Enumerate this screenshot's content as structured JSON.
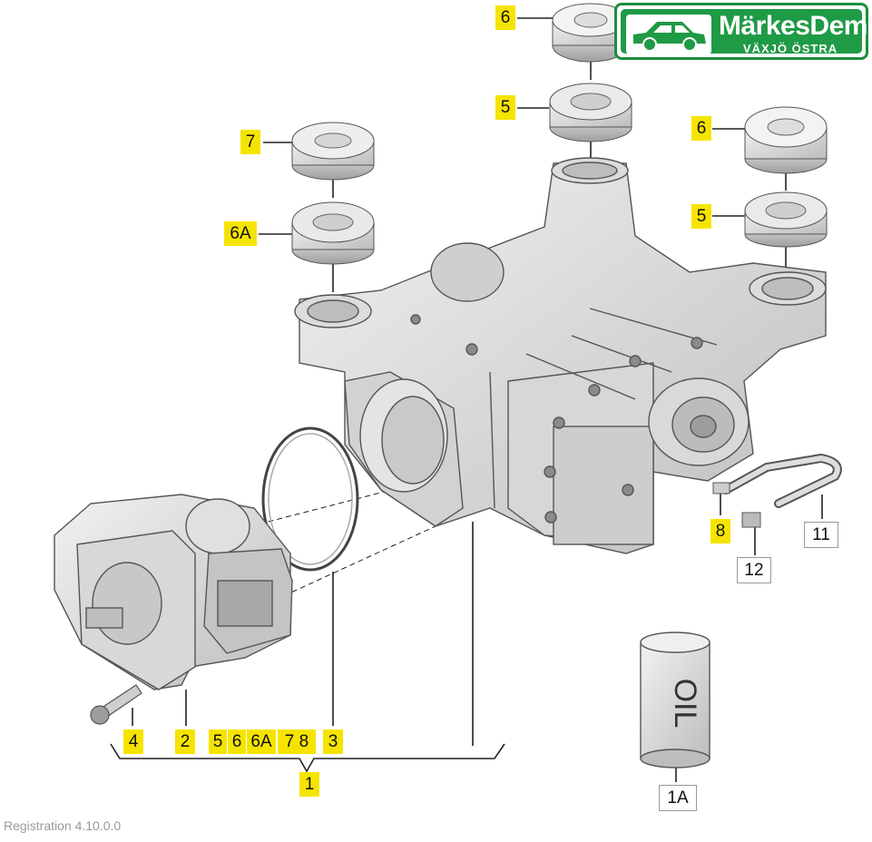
{
  "brand": {
    "name": "MärkesDemo",
    "subtitle": "VÄXJÖ ÖSTRA",
    "icon": "car-icon"
  },
  "version": "Registration 4.10.0.0",
  "callouts": {
    "c6_top": "6",
    "c5_top": "5",
    "c7": "7",
    "c6a": "6A",
    "c6_right": "6",
    "c5_right": "5",
    "c8": "8",
    "c11": "11",
    "c12": "12",
    "c4": "4",
    "c2": "2",
    "c5_bottom": "5",
    "c6_bottom": "6",
    "c6a_bottom": "6A",
    "c78_bottom": "7 8",
    "c3": "3",
    "c1": "1",
    "c1a": "1A"
  },
  "oil_can_text": "OIL",
  "colors": {
    "callout_yellow": "#f5e400",
    "brand_green": "#1f9a45",
    "line": "#222222"
  }
}
